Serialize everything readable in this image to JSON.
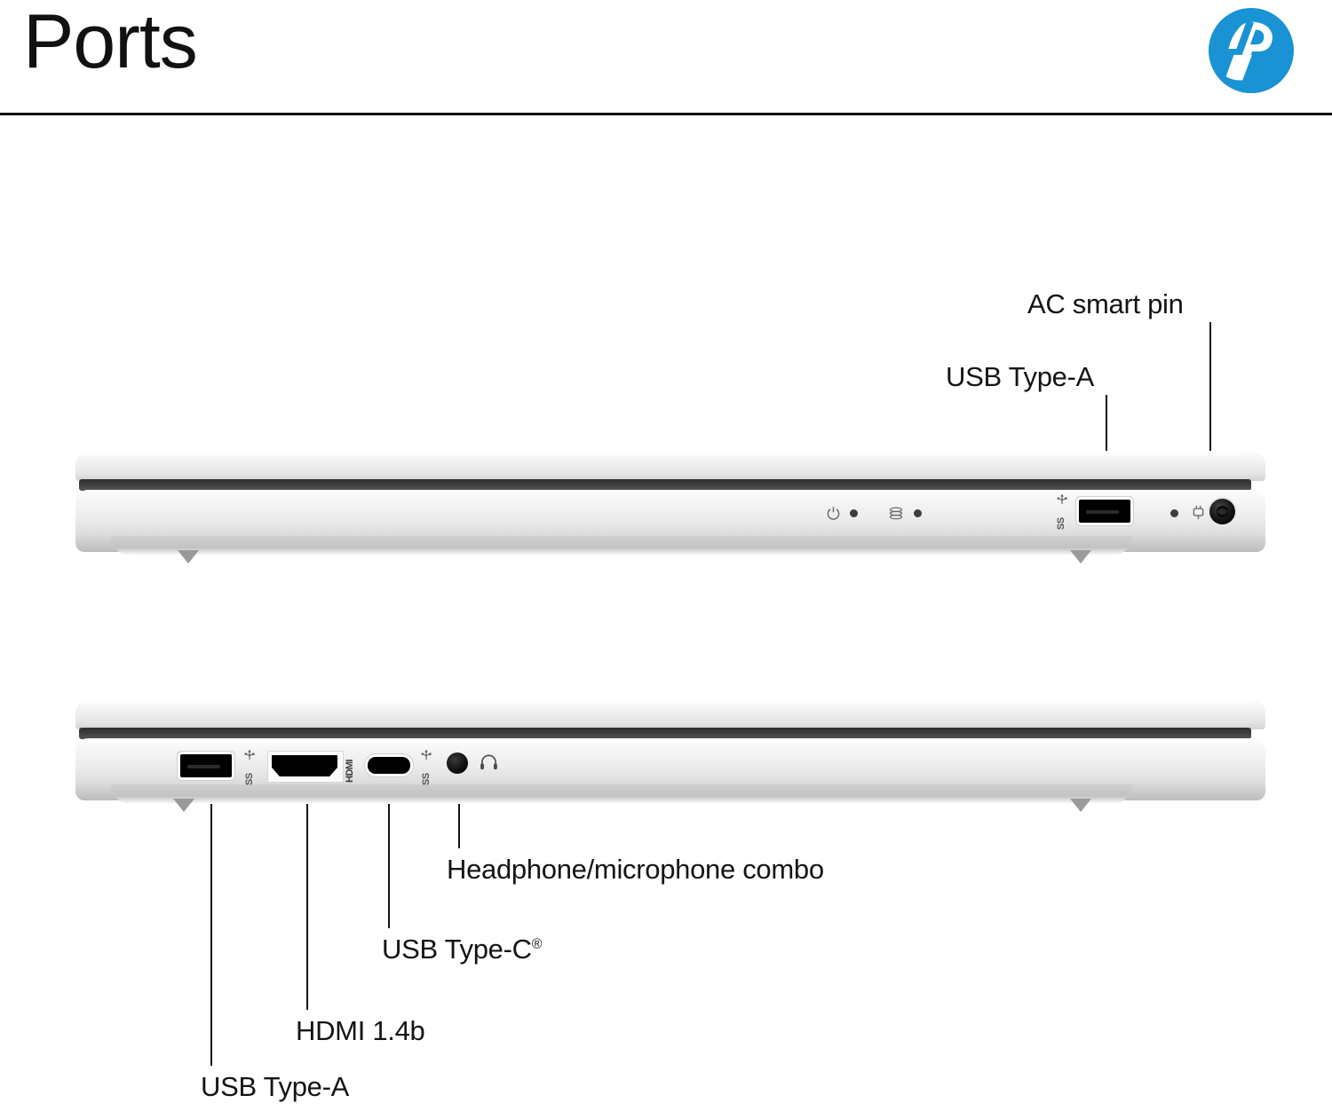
{
  "header": {
    "title": "Ports",
    "brand_logo": "hp-logo",
    "brand_color": "#1993d4",
    "rule_color": "#111111"
  },
  "laptops": [
    {
      "id": "laptop-right-side",
      "view": "right-side-profile",
      "ports": [
        {
          "name": "power-indicator-icon",
          "type": "indicator",
          "glyph": "power"
        },
        {
          "name": "power-led",
          "type": "led"
        },
        {
          "name": "drive-activity-icon",
          "type": "indicator",
          "glyph": "drive"
        },
        {
          "name": "drive-led",
          "type": "led"
        },
        {
          "name": "usb-type-a-port",
          "type": "usb-a",
          "marking": "SS"
        },
        {
          "name": "battery-led",
          "type": "led"
        },
        {
          "name": "ac-power-icon",
          "type": "indicator",
          "glyph": "plug"
        },
        {
          "name": "ac-smart-pin-port",
          "type": "ac-pin"
        }
      ],
      "callouts": [
        {
          "label": "USB Type-A",
          "target": "usb-type-a-port"
        },
        {
          "label": "AC smart pin",
          "target": "ac-smart-pin-port"
        }
      ]
    },
    {
      "id": "laptop-left-side",
      "view": "left-side-profile",
      "ports": [
        {
          "name": "usb-type-a-port",
          "type": "usb-a",
          "marking": "SS"
        },
        {
          "name": "hdmi-port",
          "type": "hdmi",
          "marking": "HDMI"
        },
        {
          "name": "usb-type-c-port",
          "type": "usb-c",
          "marking": "SS"
        },
        {
          "name": "headphone-jack-port",
          "type": "jack",
          "glyph": "headset"
        }
      ],
      "callouts": [
        {
          "label": "Headphone/microphone combo",
          "target": "headphone-jack-port"
        },
        {
          "label": "USB Type-C",
          "suffix": "®",
          "target": "usb-type-c-port"
        },
        {
          "label": "HDMI 1.4b",
          "target": "hdmi-port"
        },
        {
          "label": "USB Type-A",
          "target": "usb-type-a-port"
        }
      ]
    }
  ],
  "callout_labels": {
    "ac_smart_pin": "AC smart pin",
    "usb_type_a_top": "USB Type-A",
    "headphone_combo": "Headphone/microphone combo",
    "usb_type_c": "USB Type-C",
    "usb_type_c_reg": "®",
    "hdmi": "HDMI 1.4b",
    "usb_type_a_bottom": "USB Type-A"
  },
  "port_markings": {
    "superspeed": "SS",
    "hdmi": "HDMI"
  }
}
